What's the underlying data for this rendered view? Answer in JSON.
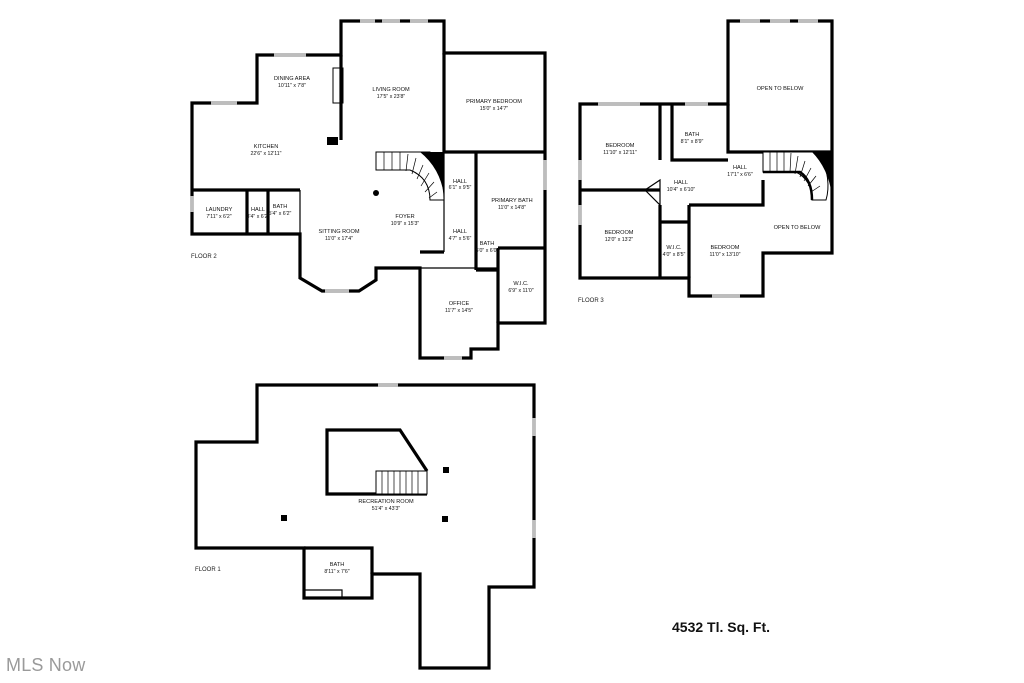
{
  "total_area": "4532 Tl. Sq. Ft.",
  "watermark": "MLS Now",
  "floors": {
    "floor2": {
      "label": "FLOOR 2",
      "rooms": {
        "dining": {
          "name": "DINING AREA",
          "dims": "10'11\" x 7'8\""
        },
        "living": {
          "name": "LIVING ROOM",
          "dims": "17'5\" x 23'8\""
        },
        "primary_bed": {
          "name": "PRIMARY BEDROOM",
          "dims": "15'0\" x 14'7\""
        },
        "kitchen": {
          "name": "KITCHEN",
          "dims": "22'6\" x 12'11\""
        },
        "hall1": {
          "name": "HALL",
          "dims": "6'1\" x 9'5\""
        },
        "primary_bath": {
          "name": "PRIMARY BATH",
          "dims": "11'0\" x 14'8\""
        },
        "laundry": {
          "name": "LAUNDRY",
          "dims": "7'11\" x 6'2\""
        },
        "hall2": {
          "name": "HALL",
          "dims": "3'4\" x 6'2\""
        },
        "bath1": {
          "name": "BATH",
          "dims": "5'4\" x 6'2\""
        },
        "sitting": {
          "name": "SITTING ROOM",
          "dims": "11'0\" x 17'4\""
        },
        "foyer": {
          "name": "FOYER",
          "dims": "10'9\" x 15'3\""
        },
        "hall3": {
          "name": "HALL",
          "dims": "4'7\" x 5'6\""
        },
        "bath2": {
          "name": "BATH",
          "dims": "5'0\" x 6'0\""
        },
        "wic": {
          "name": "W.I.C.",
          "dims": "6'9\" x 11'0\""
        },
        "office": {
          "name": "OFFICE",
          "dims": "11'7\" x 14'5\""
        }
      }
    },
    "floor3": {
      "label": "FLOOR 3",
      "rooms": {
        "open1": {
          "name": "OPEN TO BELOW",
          "dims": ""
        },
        "bedroom1": {
          "name": "BEDROOM",
          "dims": "11'10\" x 12'11\""
        },
        "bath": {
          "name": "BATH",
          "dims": "8'1\" x 8'9\""
        },
        "hall_a": {
          "name": "HALL",
          "dims": "17'1\" x 6'6\""
        },
        "hall_b": {
          "name": "HALL",
          "dims": "10'4\" x 6'10\""
        },
        "open2": {
          "name": "OPEN TO BELOW",
          "dims": ""
        },
        "bedroom2": {
          "name": "BEDROOM",
          "dims": "12'0\" x 13'2\""
        },
        "wic": {
          "name": "W.I.C.",
          "dims": "4'0\" x 8'5\""
        },
        "bedroom3": {
          "name": "BEDROOM",
          "dims": "11'0\" x 13'10\""
        }
      }
    },
    "floor1": {
      "label": "FLOOR 1",
      "rooms": {
        "recreation": {
          "name": "RECREATION ROOM",
          "dims": "51'4\" x 43'3\""
        },
        "bath": {
          "name": "BATH",
          "dims": "8'11\" x 7'6\""
        }
      }
    }
  }
}
